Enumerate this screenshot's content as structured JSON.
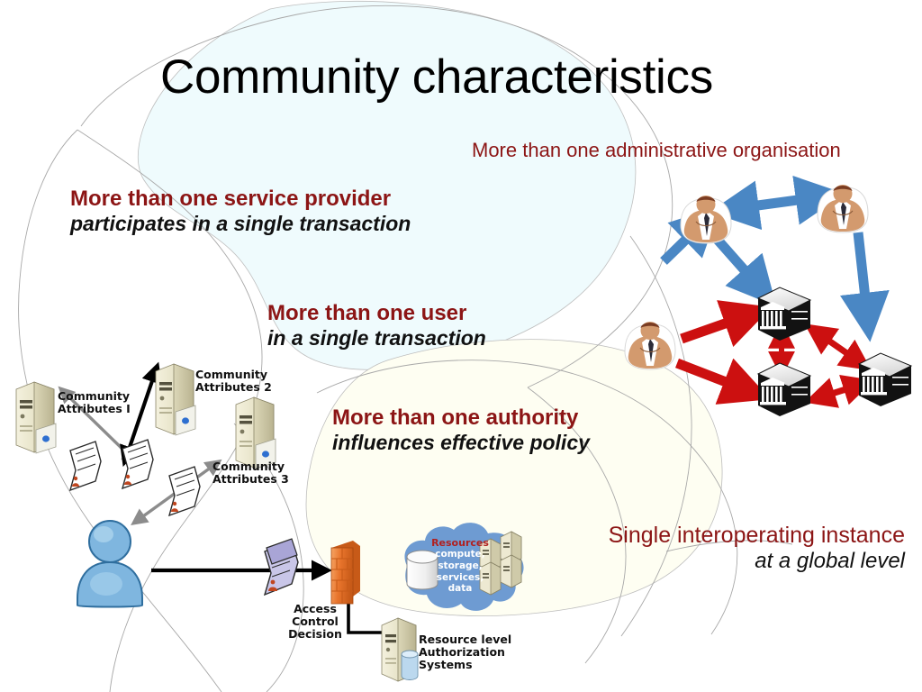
{
  "slide": {
    "title": "Community characteristics",
    "background_colors": {
      "blob_blue": "#EFFBFD",
      "blob_cream": "#FEFEF2",
      "outline": "#9a9a9a"
    }
  },
  "headline_claims": {
    "admin_org": "More than one administrative organisation",
    "service_provider": {
      "line1": "More than one service provider",
      "line2": "participates in a single transaction"
    },
    "user": {
      "line1": "More than one user",
      "line2": "in a single transaction"
    },
    "authority": {
      "line1": "More than one authority",
      "line2": "influences effective policy"
    },
    "single_instance": {
      "line1": "Single interoperating instance",
      "line2": "at a global level"
    }
  },
  "colors": {
    "claim_red": "#8C1515",
    "claim_black": "#111111",
    "arrow_blue": "#4A87C4",
    "arrow_red": "#CC1010",
    "arrow_gray": "#8C8C8C",
    "arrow_black": "#000000",
    "firewall_orange": "#E8742C",
    "cloud_blue": "#6E9BD2",
    "server_beige": "#E3DFC4"
  },
  "left_diagram": {
    "name": "community-attributes-diagram",
    "labels": {
      "attributes_1": "Community\nAttributes I",
      "attributes_2": "Community\nAttributes 2",
      "attributes_3": "Community\nAttributes 3",
      "access_control_decision": "Access\nControl\nDecision",
      "resource_level_auth": "Resource level\nAuthorization\nSystems"
    },
    "cloud": {
      "heading": "Resources",
      "body": "compute,\nstorage,\nservices,\ndata"
    },
    "nodes": [
      {
        "id": "server-1",
        "type": "attribute-server-icon"
      },
      {
        "id": "server-2",
        "type": "attribute-server-icon"
      },
      {
        "id": "server-3",
        "type": "attribute-server-icon"
      },
      {
        "id": "user",
        "type": "user-avatar-icon"
      },
      {
        "id": "credential-1",
        "type": "credential-document-icon"
      },
      {
        "id": "credential-2",
        "type": "credential-document-icon"
      },
      {
        "id": "credential-3",
        "type": "credential-document-icon"
      },
      {
        "id": "request-credential",
        "type": "credential-document-icon"
      },
      {
        "id": "firewall",
        "type": "firewall-brick-icon"
      },
      {
        "id": "auth-server",
        "type": "authorization-server-icon"
      },
      {
        "id": "resource-cloud",
        "type": "cloud-icon"
      },
      {
        "id": "resource-rack",
        "type": "server-rack-icon"
      }
    ]
  },
  "right_diagram": {
    "name": "federation-network-diagram",
    "nodes": [
      {
        "id": "person-top-left",
        "type": "businessman-icon"
      },
      {
        "id": "person-top-right",
        "type": "businessman-icon"
      },
      {
        "id": "person-left",
        "type": "businessman-icon"
      },
      {
        "id": "institution-top",
        "type": "institution-building-icon"
      },
      {
        "id": "institution-bottom",
        "type": "institution-building-icon"
      },
      {
        "id": "institution-right",
        "type": "institution-building-icon"
      }
    ],
    "edges": [
      {
        "from": "person-top-left",
        "to": "person-top-right",
        "color": "#4A87C4",
        "style": "double-headed"
      },
      {
        "from": "person-left",
        "to": "person-top-left",
        "color": "#4A87C4",
        "style": "single-headed"
      },
      {
        "from": "person-top-left",
        "to": "institution-top",
        "color": "#4A87C4",
        "style": "single-headed"
      },
      {
        "from": "person-top-right",
        "to": "institution-right",
        "color": "#4A87C4",
        "style": "single-headed"
      },
      {
        "from": "person-left",
        "to": "institution-top",
        "color": "#CC1010",
        "style": "single-headed"
      },
      {
        "from": "person-left",
        "to": "institution-bottom",
        "color": "#CC1010",
        "style": "single-headed"
      },
      {
        "from": "institution-top",
        "to": "institution-bottom",
        "color": "#CC1010",
        "style": "double-headed"
      },
      {
        "from": "institution-top",
        "to": "institution-right",
        "color": "#CC1010",
        "style": "double-headed"
      },
      {
        "from": "institution-bottom",
        "to": "institution-right",
        "color": "#CC1010",
        "style": "double-headed"
      }
    ]
  }
}
